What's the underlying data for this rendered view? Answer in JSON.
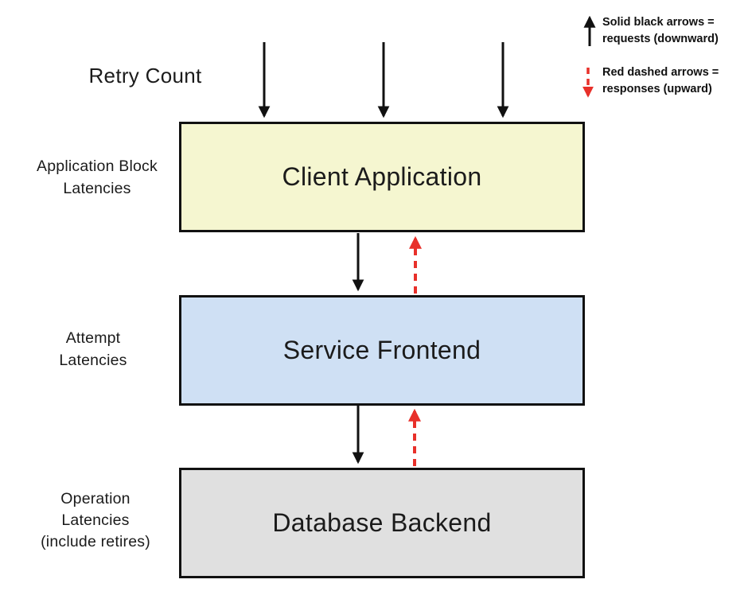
{
  "labels": {
    "retry_count": "Retry Count",
    "application_block": [
      "Application Block",
      "Latencies"
    ],
    "attempt": [
      "Attempt",
      "Latencies"
    ],
    "operation": [
      "Operation",
      "Latencies",
      "(include retires)"
    ]
  },
  "boxes": {
    "client": {
      "label": "Client Application",
      "fill": "#f5f6d0"
    },
    "service": {
      "label": "Service Frontend",
      "fill": "#cfe0f4"
    },
    "database": {
      "label": "Database Backend",
      "fill": "#e0e0e0"
    }
  },
  "legend": {
    "solid_line1": "Solid black arrows =",
    "solid_line2": "requests (downward)",
    "dashed_line1": "Red dashed arrows =",
    "dashed_line2": "responses (upward)"
  },
  "colors": {
    "arrow_black": "#111111",
    "arrow_red": "#e8302a",
    "box_border": "#111111",
    "background": "#ffffff"
  }
}
